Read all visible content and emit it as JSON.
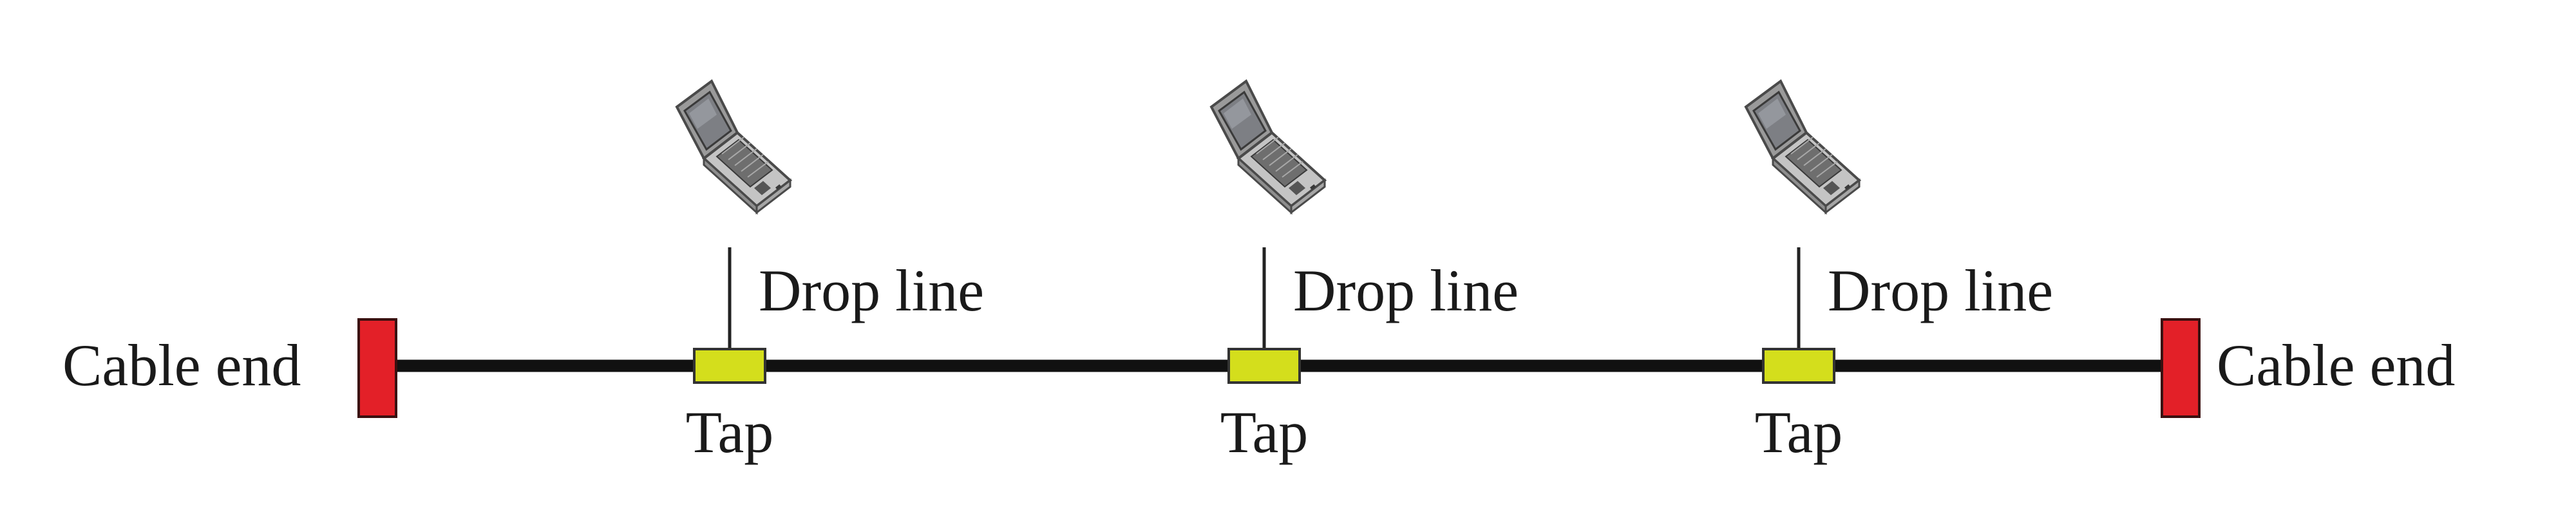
{
  "labels": {
    "cable_end_left": "Cable end",
    "cable_end_right": "Cable end",
    "drop_line_1": "Drop line",
    "drop_line_2": "Drop line",
    "drop_line_3": "Drop line",
    "tap_1": "Tap",
    "tap_2": "Tap",
    "tap_3": "Tap"
  },
  "icons": {
    "station": "laptop-icon",
    "terminator": "cable-terminator",
    "tap": "tap-connector"
  },
  "colors": {
    "cable": "#111111",
    "terminator": "#e32028",
    "tap": "#d4de1c",
    "laptop_body": "#b9b9b9",
    "laptop_dark": "#5a5a5a",
    "text": "#1a1a1a"
  }
}
